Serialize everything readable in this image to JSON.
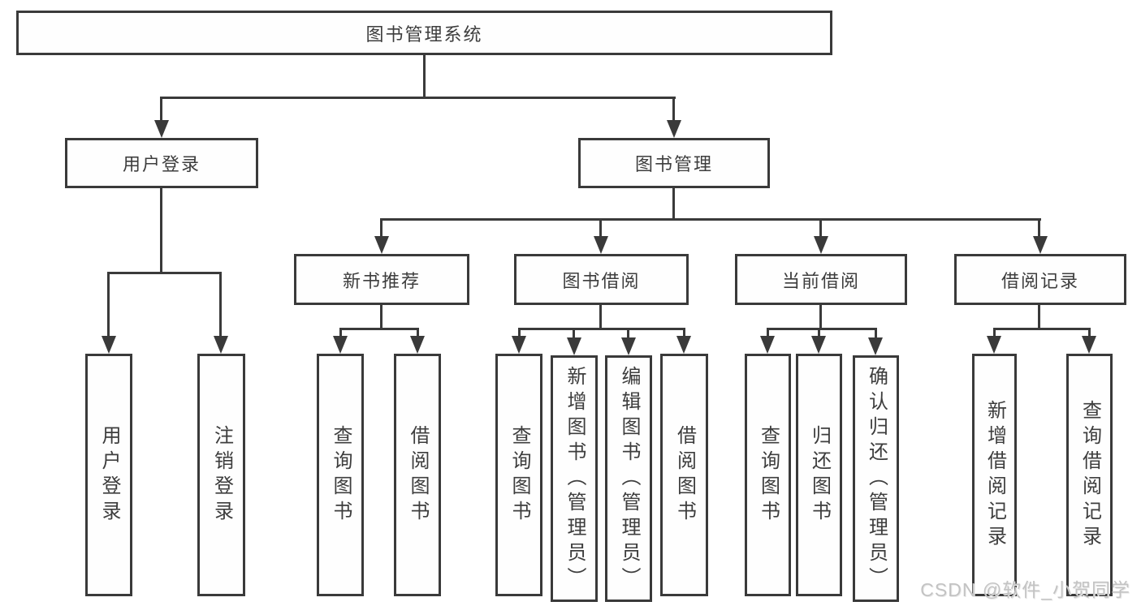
{
  "colors": {
    "line": "#3a3a3a",
    "text": "#3d3d3d",
    "background": "#ffffff",
    "watermark": "#c3c3c3"
  },
  "diagram": {
    "root": {
      "label": "图书管理系统"
    },
    "branches": {
      "user_login": {
        "label": "用户登录",
        "children": [
          {
            "label": "用户登录"
          },
          {
            "label": "注销登录"
          }
        ]
      },
      "book_management": {
        "label": "图书管理",
        "children": [
          {
            "label": "新书推荐",
            "children": [
              {
                "label": "查询图书"
              },
              {
                "label": "借阅图书"
              }
            ]
          },
          {
            "label": "图书借阅",
            "children": [
              {
                "label": "查询图书"
              },
              {
                "label": "新增图书（管理员）"
              },
              {
                "label": "编辑图书（管理员）"
              },
              {
                "label": "借阅图书"
              }
            ]
          },
          {
            "label": "当前借阅",
            "children": [
              {
                "label": "查询图书"
              },
              {
                "label": "归还图书"
              },
              {
                "label": "确认归还（管理员）"
              }
            ]
          },
          {
            "label": "借阅记录",
            "children": [
              {
                "label": "新增借阅记录"
              },
              {
                "label": "查询借阅记录"
              }
            ]
          }
        ]
      }
    }
  },
  "watermark": {
    "text": "CSDN @软件_小贺同学"
  }
}
